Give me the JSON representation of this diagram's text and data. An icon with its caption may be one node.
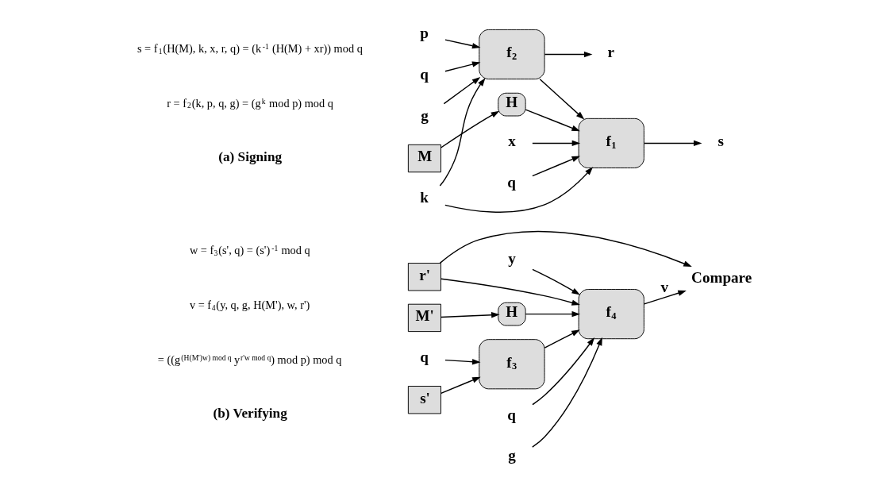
{
  "diagram": {
    "nodes": [
      {
        "text": [
          "p"
        ]
      },
      {
        "text": [
          "q"
        ]
      },
      {
        "text": [
          "g"
        ]
      },
      {
        "text": [
          "f$_{2}$"
        ]
      },
      {
        "text": [
          "r"
        ]
      },
      {
        "text": [
          "k"
        ]
      },
      {
        "text": [
          "x"
        ]
      },
      {
        "text": [
          "q"
        ]
      },
      {
        "text": [
          "M"
        ]
      },
      {
        "text": [
          "H"
        ]
      },
      {
        "text": [
          "f$_{1}$"
        ]
      },
      {
        "text": [
          "s"
        ]
      },
      {
        "text": [
          "M'"
        ]
      },
      {
        "text": [
          "s'"
        ]
      },
      {
        "text": [
          "r'"
        ]
      },
      {
        "text": [
          "H"
        ]
      },
      {
        "text": [
          "q"
        ]
      },
      {
        "text": [
          "f$_{3}$"
        ]
      },
      {
        "text": [
          "y"
        ]
      },
      {
        "text": [
          "q"
        ]
      },
      {
        "text": [
          "g"
        ]
      },
      {
        "text": [
          "f$_{4}$"
        ]
      },
      {
        "text": [
          "Compare"
        ]
      }
    ],
    "edges": [
      {
        "from": 0,
        "to": 3,
        "arrow": "to"
      },
      {
        "from": 1,
        "to": 3,
        "arrow": "to"
      },
      {
        "from": 2,
        "to": 3,
        "arrow": "to"
      },
      {
        "from": 5,
        "to": 3,
        "arrow": "to"
      },
      {
        "from": 3,
        "to": 4,
        "arrow": "to"
      },
      {
        "from": 3,
        "to": 10,
        "arrow": "to"
      },
      {
        "from": 5,
        "to": 10,
        "arrow": "to"
      },
      {
        "from": 6,
        "to": 10,
        "arrow": "to"
      },
      {
        "from": 7,
        "to": 10,
        "arrow": "to"
      },
      {
        "from": 8,
        "to": 9,
        "arrow": "to"
      },
      {
        "from": 9,
        "to": 10,
        "arrow": "to"
      },
      {
        "from": 10,
        "to": 11,
        "arrow": "to"
      },
      {
        "from": 12,
        "to": 15,
        "arrow": "to"
      },
      {
        "from": 15,
        "to": 21,
        "arrow": "to"
      },
      {
        "from": 13,
        "to": 17,
        "arrow": "to"
      },
      {
        "from": 16,
        "to": 17,
        "arrow": "to"
      },
      {
        "from": 17,
        "to": 21,
        "arrow": "to"
      },
      {
        "from": 14,
        "to": 21,
        "arrow": "to"
      },
      {
        "from": 14,
        "to": 22,
        "arrow": "to"
      },
      {
        "from": 18,
        "to": 21,
        "arrow": "to"
      },
      {
        "from": 19,
        "to": 21,
        "arrow": "to"
      },
      {
        "from": 20,
        "to": 21,
        "arrow": "to"
      },
      {
        "from": 21,
        "to": 22,
        "arrow": "to",
        "label": "v"
      }
    ],
    "labels": [
      "s = f$_{1}$(H(M), k, x, r, q) = (k$^{-1}$ (H(M) + xr)) mod q",
      "r = f$_{2}$(k, p, q, g) = (g$^{k}$ mod p) mod q",
      "(a) Signing",
      "w = f$_{3}$(s', q) = (s')$^{-1}$ mod q",
      "v = f$_{4}$(y, q, g, H(M'), w, r')",
      "= ((g$^{(H(M')w) mod q}$ y$^{r'w mod q}$) mod p) mod q",
      "(b) Verifying"
    ]
  }
}
